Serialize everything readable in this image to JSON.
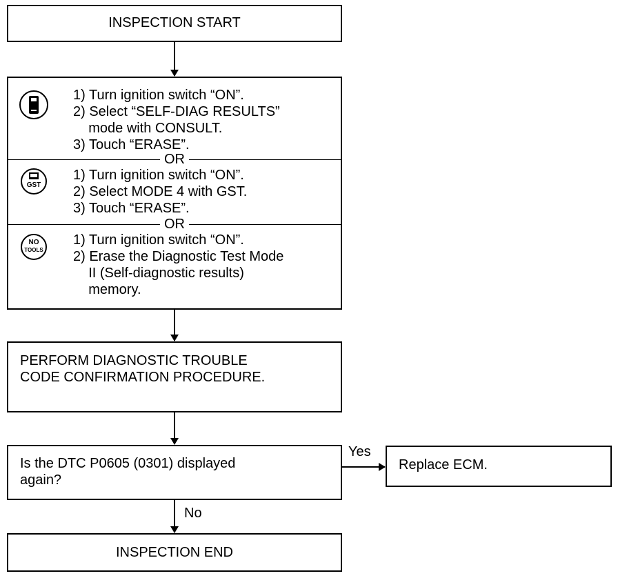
{
  "start": {
    "label": "INSPECTION START"
  },
  "procedure": {
    "consult": {
      "icon": "consult-tool-icon",
      "steps": [
        "1) Turn ignition switch “ON”.",
        "2) Select “SELF-DIAG RESULTS”",
        "    mode with CONSULT.",
        "3) Touch “ERASE”."
      ]
    },
    "or_1": "OR",
    "gst": {
      "icon": "gst-tool-icon",
      "icon_text": "GST",
      "steps": [
        "1) Turn ignition switch “ON”.",
        "2) Select MODE 4 with GST.",
        "3) Touch “ERASE”."
      ]
    },
    "or_2": "OR",
    "no_tools": {
      "icon": "no-tools-icon",
      "icon_text_top": "NO",
      "icon_text_bottom": "TOOLS",
      "steps": [
        "1) Turn ignition switch “ON”.",
        "2) Erase the Diagnostic Test Mode",
        "    II (Self-diagnostic results)",
        "    memory."
      ]
    }
  },
  "perform": {
    "lines": [
      "PERFORM DIAGNOSTIC TROUBLE",
      "CODE CONFIRMATION PROCEDURE."
    ]
  },
  "question": {
    "lines": [
      "Is the DTC P0605 (0301) displayed",
      "again?"
    ]
  },
  "yes_label": "Yes",
  "no_label": "No",
  "replace": {
    "label": "Replace ECM."
  },
  "end": {
    "label": "INSPECTION END"
  }
}
